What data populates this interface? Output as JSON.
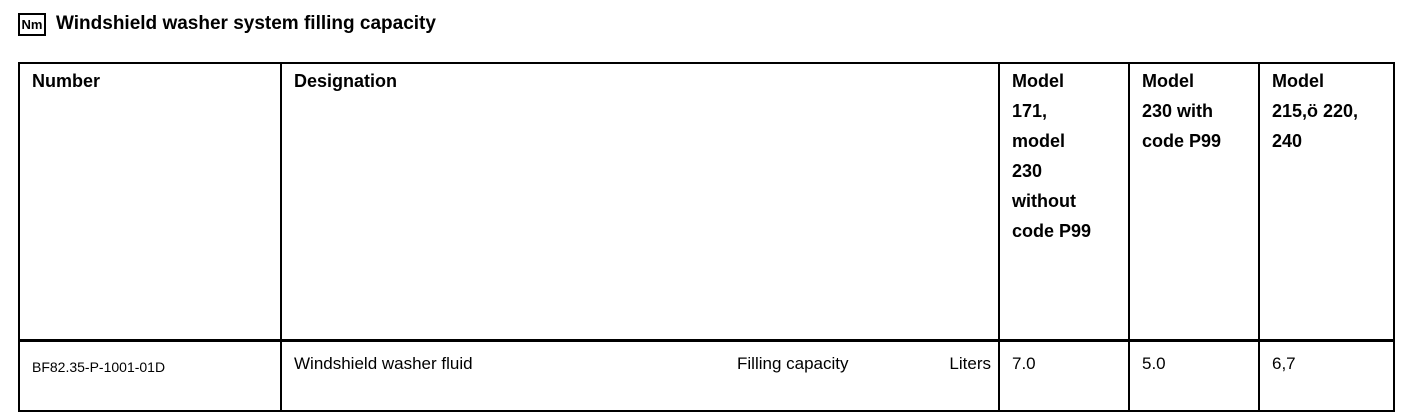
{
  "header": {
    "icon_label": "Nm",
    "title": "Windshield washer system filling capacity"
  },
  "table": {
    "columns": [
      {
        "key": "number",
        "label": "Number"
      },
      {
        "key": "designation",
        "label": "Designation"
      },
      {
        "key": "model_171_230_without_p99",
        "label": "Model\n171,\nmodel\n230\nwithout\ncode P99"
      },
      {
        "key": "model_230_with_p99",
        "label": "Model\n230 with\ncode P99"
      },
      {
        "key": "model_215_220_240",
        "label": "Model\n215,ö 220,\n240"
      }
    ],
    "rows": [
      {
        "number": "BF82.35-P-1001-01D",
        "designation": "Windshield washer fluid",
        "property": "Filling capacity",
        "unit": "Liters",
        "values": [
          "7.0",
          "5.0",
          "6,7"
        ]
      }
    ]
  },
  "colors": {
    "text": "#000000",
    "border": "#000000",
    "background": "#ffffff"
  }
}
